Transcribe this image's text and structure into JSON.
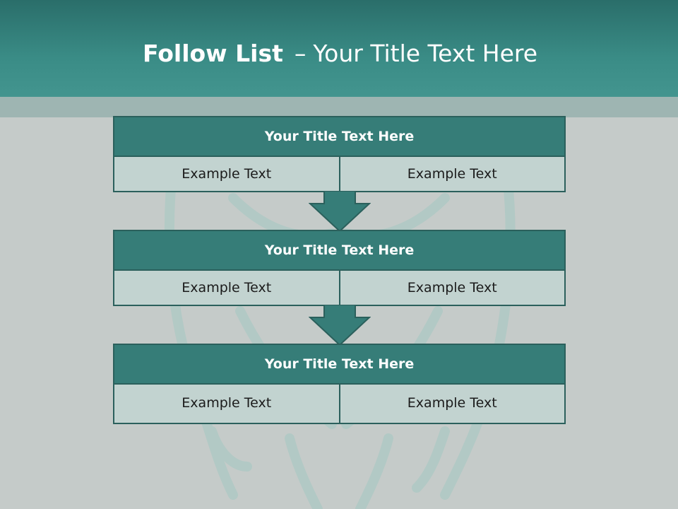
{
  "slide": {
    "title_bold": "Follow List",
    "title_dash": "–",
    "title_rest": "Your Title Text Here"
  },
  "blocks": [
    {
      "title": "Your Title Text Here",
      "left": "Example Text",
      "right": "Example Text"
    },
    {
      "title": "Your Title Text Here",
      "left": "Example Text",
      "right": "Example Text"
    },
    {
      "title": "Your Title Text Here",
      "left": "Example Text",
      "right": "Example Text"
    }
  ],
  "colors": {
    "header": "#3a8c86",
    "block_title": "#367d78",
    "cell": "#c2d3d0",
    "border": "#2b605c",
    "background": "#c5cbc9"
  }
}
